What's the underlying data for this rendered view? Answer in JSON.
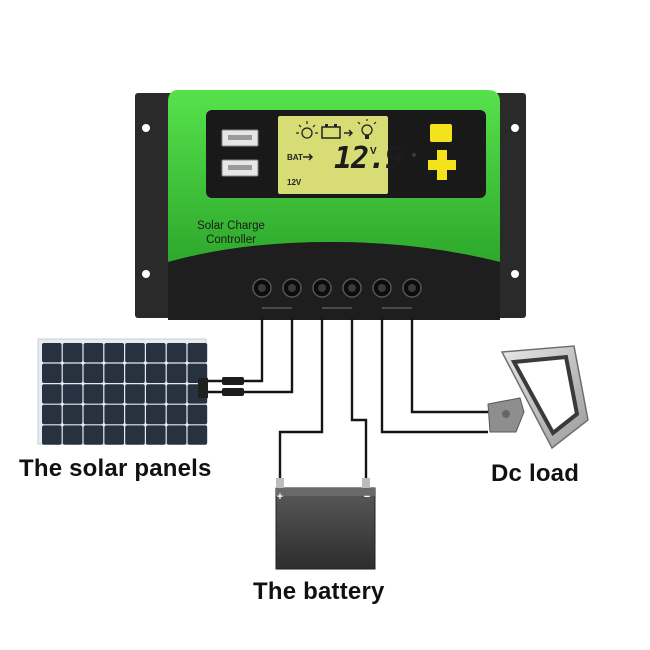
{
  "controller": {
    "label_line1": "Solar Charge",
    "label_line2": "Controller",
    "lcd": {
      "bat_label": "BAT",
      "voltage_value": "12.9",
      "voltage_unit": "V",
      "system_label": "12V"
    },
    "colors": {
      "body_green": "#3fcf3a",
      "panel_black": "#1b1b1b",
      "lcd_yellow": "#d8dc74",
      "button_yellow": "#f4e21d"
    }
  },
  "labels": {
    "solar_panels": "The solar panels",
    "dc_load": "Dc load",
    "battery": "The battery"
  }
}
